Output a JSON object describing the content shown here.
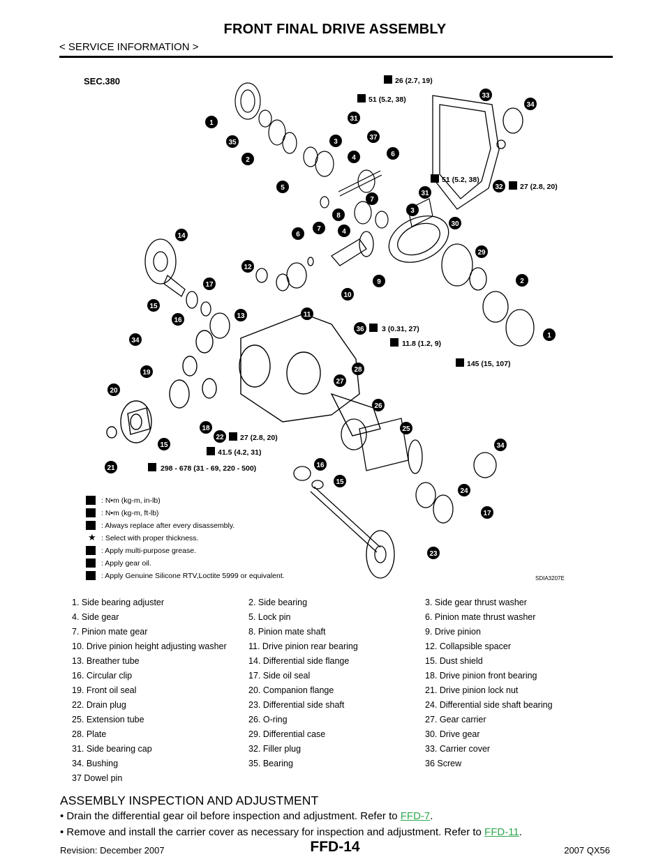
{
  "header": {
    "title": "FRONT FINAL DRIVE ASSEMBLY",
    "subtitle": "< SERVICE INFORMATION >"
  },
  "figure": {
    "section_code": "SEC.380",
    "image_code": "SDIA3207E",
    "callouts": {
      "t_26": "26 (2.7, 19)",
      "t_51a": "51 (5.2, 38)",
      "t_51b": "51 (5.2, 38)",
      "t_27a": "27 (2.8, 20)",
      "t_3": "3 (0.31, 27)",
      "t_118": "11.8 (1.2, 9)",
      "t_145": "145 (15, 107)",
      "t_27b": "27 (2.8, 20)",
      "t_415": "41.5 (4.2, 31)",
      "t_298": "298 - 678 (31 - 69, 220 - 500)"
    },
    "legend": [
      {
        "icon": "torque-inlb-icon",
        "text": ": N•m (kg-m, in-lb)"
      },
      {
        "icon": "torque-ftlb-icon",
        "text": ": N•m (kg-m, ft-lb)"
      },
      {
        "icon": "replace-icon",
        "text": ": Always replace after every disassembly."
      },
      {
        "icon": "star-icon",
        "text": ": Select with proper thickness."
      },
      {
        "icon": "grease-icon",
        "text": ": Apply multi-purpose grease."
      },
      {
        "icon": "gear-oil-icon",
        "text": ": Apply gear oil."
      },
      {
        "icon": "sealant-icon",
        "text": ": Apply Genuine Silicone RTV,Loctite 5999 or equivalent."
      }
    ]
  },
  "parts": [
    [
      "1. Side bearing adjuster",
      "2. Side bearing",
      "3. Side gear thrust washer"
    ],
    [
      "4. Side gear",
      "5. Lock pin",
      "6. Pinion mate thrust washer"
    ],
    [
      "7. Pinion mate gear",
      "8. Pinion mate shaft",
      "9. Drive pinion"
    ],
    [
      "10. Drive pinion height adjusting washer",
      "11. Drive pinion rear bearing",
      "12. Collapsible spacer"
    ],
    [
      "13. Breather tube",
      "14. Differential side flange",
      "15. Dust shield"
    ],
    [
      "16. Circular clip",
      "17. Side oil seal",
      "18. Drive pinion front bearing"
    ],
    [
      "19. Front oil seal",
      "20. Companion flange",
      "21. Drive pinion lock nut"
    ],
    [
      "22. Drain plug",
      "23. Differential side shaft",
      "24. Differential side shaft bearing"
    ],
    [
      "25. Extension tube",
      "26. O-ring",
      "27. Gear carrier"
    ],
    [
      "28. Plate",
      "29. Differential case",
      "30. Drive gear"
    ],
    [
      "31. Side bearing cap",
      "32. Filler plug",
      "33. Carrier cover"
    ],
    [
      "34. Bushing",
      "35. Bearing",
      "36 Screw"
    ],
    [
      "37 Dowel pin",
      "",
      ""
    ]
  ],
  "section": {
    "heading": "ASSEMBLY INSPECTION AND ADJUSTMENT",
    "bullet1_text": "• Drain the differential gear oil before inspection and adjustment. Refer to ",
    "bullet1_link": "FFD-7",
    "bullet2_text": "• Remove and install the carrier cover as necessary for inspection and adjustment. Refer to ",
    "bullet2_link": "FFD-11",
    "link_color": "#2fa84f"
  },
  "footer": {
    "page_number": "FFD-14",
    "revision": "Revision: December 2007",
    "model": "2007 QX56"
  }
}
